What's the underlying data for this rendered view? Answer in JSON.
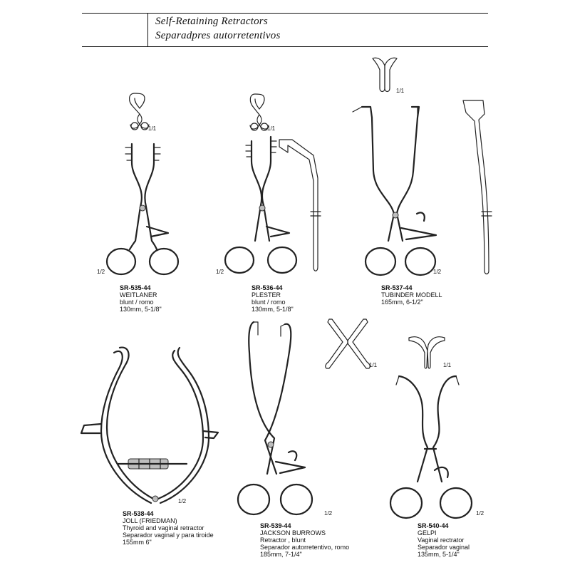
{
  "header": {
    "title_en": "Self-Retaining Retractors",
    "title_es": "Separadpres autorretentivos"
  },
  "products": [
    {
      "code": "SR-535-44",
      "name": "WEITLANER",
      "desc": "blunt / romo",
      "size": "130mm, 5-1/8\"",
      "scale_small": "1/1",
      "scale_large": "1/2"
    },
    {
      "code": "SR-536-44",
      "name": "PLESTER",
      "desc": "blunt / romo",
      "size": "130mm, 5-1/8\"",
      "scale_small": "1/1",
      "scale_large": "1/2"
    },
    {
      "code": "SR-537-44",
      "name": "TUBINDER MODELL",
      "desc": "",
      "size": "165mm, 6-1/2\"",
      "scale_small": "1/1",
      "scale_large": "1/2"
    },
    {
      "code": "SR-538-44",
      "name": "JOLL (FRIEDMAN)",
      "desc": "Thyroid and vaginal retractor",
      "desc_es": "Separador vaginal y para tiroide",
      "size": "155mm 6\"",
      "scale_large": "1/2"
    },
    {
      "code": "SR-539-44",
      "name": "JACKSON BURROWS",
      "desc": "Retractor , blunt",
      "desc_es": "Separador autorretentivo, romo",
      "size": "185mm, 7-1/4\"",
      "scale_small": "1/1",
      "scale_large": "1/2"
    },
    {
      "code": "SR-540-44",
      "name": "GELPI",
      "desc": "Vaginal rectrator",
      "desc_es": "Separador vaginal",
      "size": "135mm, 5-1/4\"",
      "scale_small": "1/1",
      "scale_large": "1/2"
    }
  ]
}
